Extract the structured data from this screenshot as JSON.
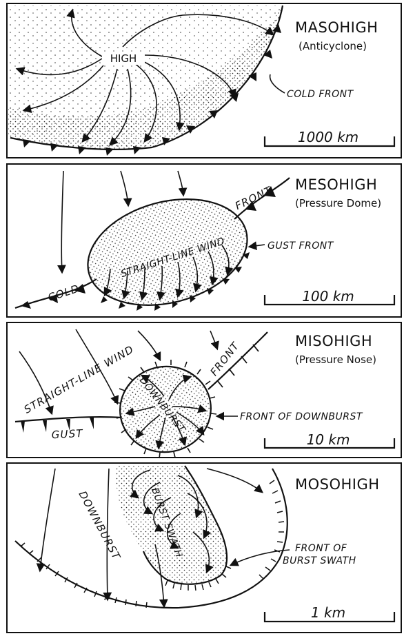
{
  "panels": [
    {
      "title": "MASOHIGH",
      "subtitle": "(Anticyclone)",
      "center_label": "HIGH",
      "annotations": [
        "COLD FRONT"
      ],
      "scale": "1000 km"
    },
    {
      "title": "MESOHIGH",
      "subtitle": "(Pressure Dome)",
      "center_label": "STRAIGHT-LINE WIND",
      "annotations": [
        "FRONT",
        "COLD",
        "GUST FRONT"
      ],
      "scale": "100 km"
    },
    {
      "title": "MISOHIGH",
      "subtitle": "(Pressure Nose)",
      "center_label": "DOWNBURST",
      "annotations": [
        "STRAIGHT-LINE WIND",
        "FRONT",
        "GUST",
        "FRONT OF DOWNBURST"
      ],
      "scale": "10 km"
    },
    {
      "title": "MOSOHIGH",
      "subtitle": "",
      "center_label": "BURST SWATH",
      "annotations": [
        "DOWNBURST",
        "FRONT OF",
        "BURST SWATH"
      ],
      "scale": "1 km"
    }
  ]
}
